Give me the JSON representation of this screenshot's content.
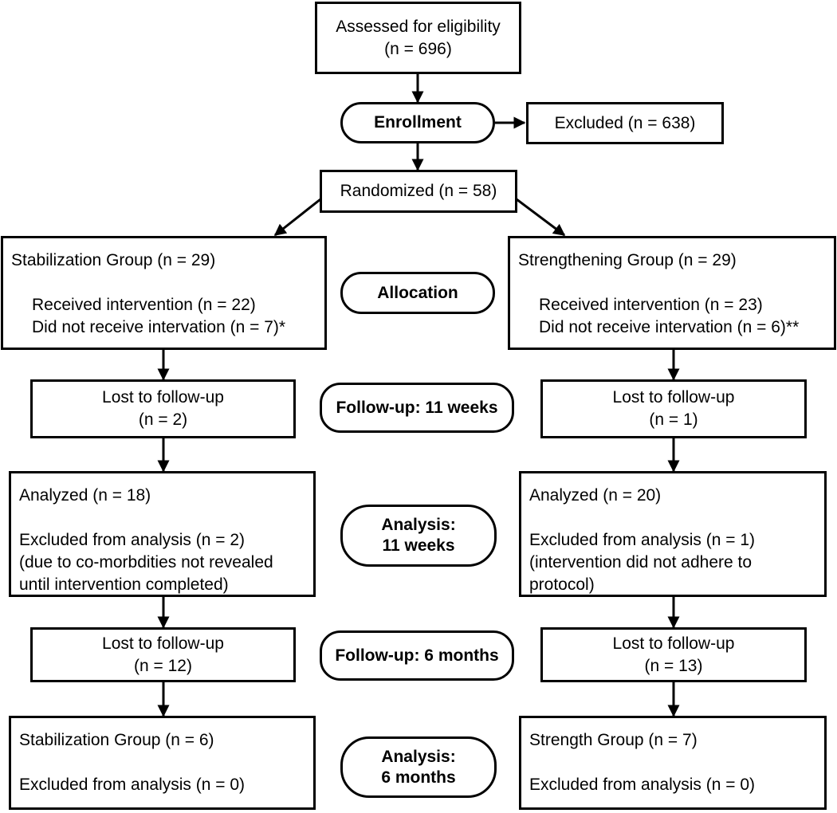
{
  "assessed": {
    "line1": "Assessed for eligibility",
    "line2": "(n = 696)"
  },
  "enrollment": "Enrollment",
  "excluded": "Excluded (n = 638)",
  "randomized": "Randomized (n = 58)",
  "allocation": "Allocation",
  "follow_up_11": "Follow-up: 11 weeks",
  "analysis_11": {
    "line1": "Analysis:",
    "line2": "11 weeks"
  },
  "follow_up_6": "Follow-up: 6 months",
  "analysis_6": {
    "line1": "Analysis:",
    "line2": "6 months"
  },
  "left": {
    "group": "Stabilization Group (n = 29)",
    "received": "Received intervention (n = 22)",
    "not_received": "Did not receive intervation (n = 7)*",
    "lost_11": {
      "line1": "Lost to follow-up",
      "line2": "(n = 2)"
    },
    "analyzed": "Analyzed (n = 18)",
    "excluded_analysis": "Excluded from analysis (n = 2)",
    "excluded_reason_1": "(due to co-morbdities not revealed",
    "excluded_reason_2": "until intervention completed)",
    "lost_6": {
      "line1": "Lost to follow-up",
      "line2": "(n = 12)"
    },
    "final_group": "Stabilization Group  (n = 6)",
    "final_excluded": "Excluded from analysis (n = 0)"
  },
  "right": {
    "group": "Strengthening Group (n = 29)",
    "received": "Received intervention (n = 23)",
    "not_received": "Did not receive intervation (n = 6)**",
    "lost_11": {
      "line1": "Lost to follow-up",
      "line2": "(n = 1)"
    },
    "analyzed": "Analyzed (n = 20)",
    "excluded_analysis": "Excluded from analysis (n = 1)",
    "excluded_reason_1": "(intervention did not adhere to",
    "excluded_reason_2": "protocol)",
    "lost_6": {
      "line1": "Lost to follow-up",
      "line2": "(n = 13)"
    },
    "final_group": "Strength Group (n = 7)",
    "final_excluded": "Excluded from analysis (n = 0)"
  }
}
